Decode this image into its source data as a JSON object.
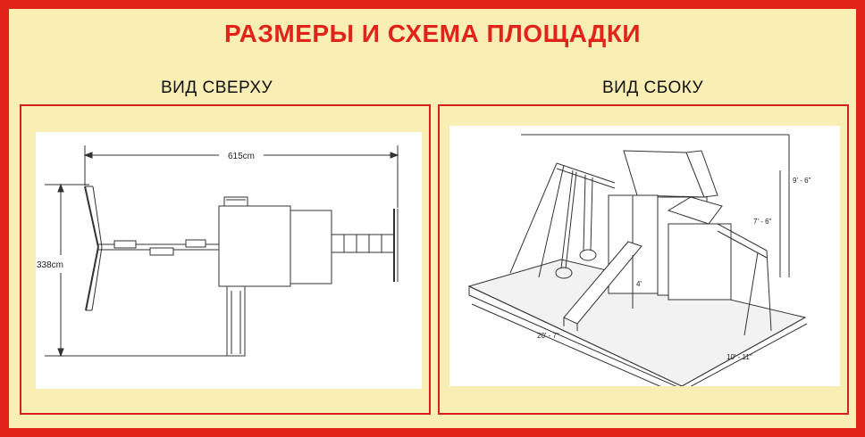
{
  "title": "РАЗМЕРЫ И СХЕМА ПЛОЩАДКИ",
  "top_view": {
    "label": "ВИД СВЕРХУ",
    "width_dim": "615cm",
    "height_dim": "338cm"
  },
  "side_view": {
    "label": "ВИД СБОКУ",
    "dim_height_total": "9' - 6\"",
    "dim_height_deck": "7' - 6\"",
    "dim_deck_level": "4'",
    "dim_length": "20' - 7\"",
    "dim_width": "10' - 11\""
  },
  "colors": {
    "frame": "#e2231a",
    "background": "#f9efb4"
  }
}
